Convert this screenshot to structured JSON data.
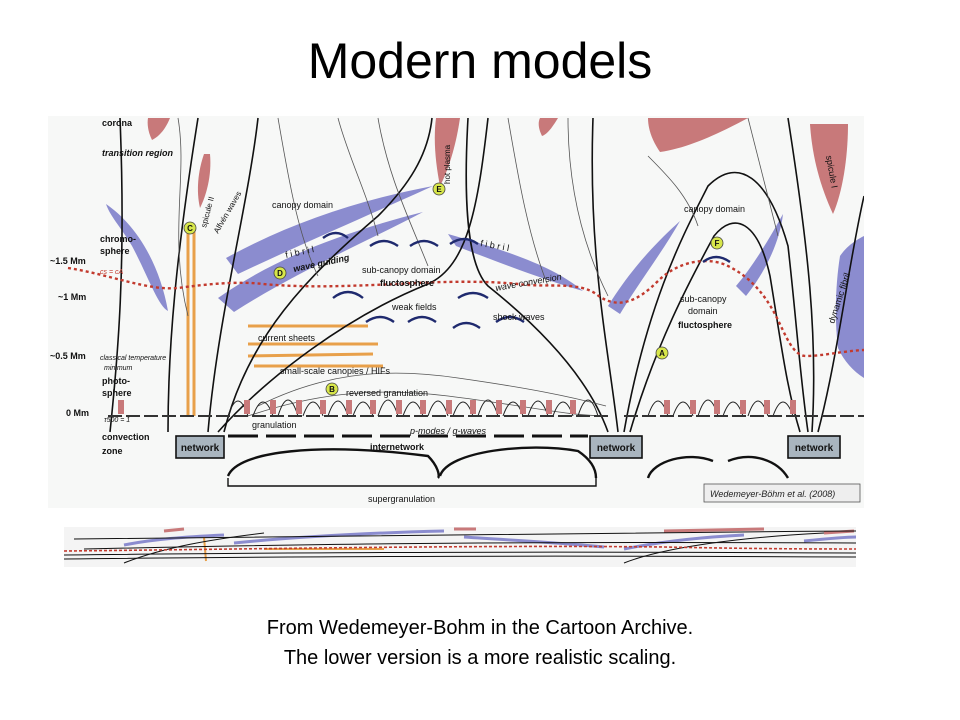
{
  "slide": {
    "title": "Modern models",
    "caption_line1": "From Wedemeyer-Bohm in the Cartoon Archive.",
    "caption_line2": "The lower version is a more realistic scaling."
  },
  "diagram": {
    "left_labels": {
      "corona": "corona",
      "transition_region": "transition region",
      "chromo1": "chromo-",
      "chromo2": "sphere",
      "h15": "~1.5 Mm",
      "h1": "~1 Mm",
      "h05": "~0.5 Mm",
      "classical1": "classical temperature",
      "classical2": "minimum",
      "photo1": "photo-",
      "photo2": "sphere",
      "h0": "0 Mm",
      "tau": "τ500 = 1",
      "conv1": "convection",
      "conv2": "zone",
      "cs_ca": "cs = cA"
    },
    "labels": {
      "spicule2": "spicule II",
      "alfven": "Alfvén waves",
      "canopy_left": "canopy domain",
      "hot_plasma": "hot plasma",
      "fibril_left": "f i b r i l",
      "fibril_mid": "f i b r i l",
      "wave_guiding": "wave guiding",
      "subcanopy_left": "sub-canopy domain",
      "fluctosphere_left": "fluctosphere",
      "wave_conversion": "wave conversion",
      "shock_waves": "shock waves",
      "weak_fields": "weak fields",
      "current_sheets": "current sheets",
      "small_canopies": "small-scale canopies / HIFs",
      "reversed_granulation": "reversed granulation",
      "granulation": "granulation",
      "pmodes": "p-modes / g-waves",
      "internetwork": "internetwork",
      "supergranulation": "supergranulation",
      "canopy_right": "canopy domain",
      "subcanopy_r1": "sub-canopy",
      "subcanopy_r2": "domain",
      "fluctosphere_right": "fluctosphere",
      "spicule1": "spicule I",
      "dynamic_fibril": "dynamic fibril",
      "credit": "Wedemeyer-Böhm et al. (2008)"
    },
    "network_boxes": [
      "network",
      "network",
      "network"
    ],
    "markers": [
      "A",
      "B",
      "C",
      "D",
      "E",
      "F"
    ],
    "colors": {
      "background": "#f7f8f7",
      "spicule_red": "#c8797a",
      "fibril_purple": "#8b8ccf",
      "orange_sheets": "#e8a04a",
      "dotted_red": "#c23a2e",
      "wave_navy": "#1f2a6e",
      "marker_yellow": "#d7e64a",
      "network_box": "#a9b5bf"
    }
  }
}
